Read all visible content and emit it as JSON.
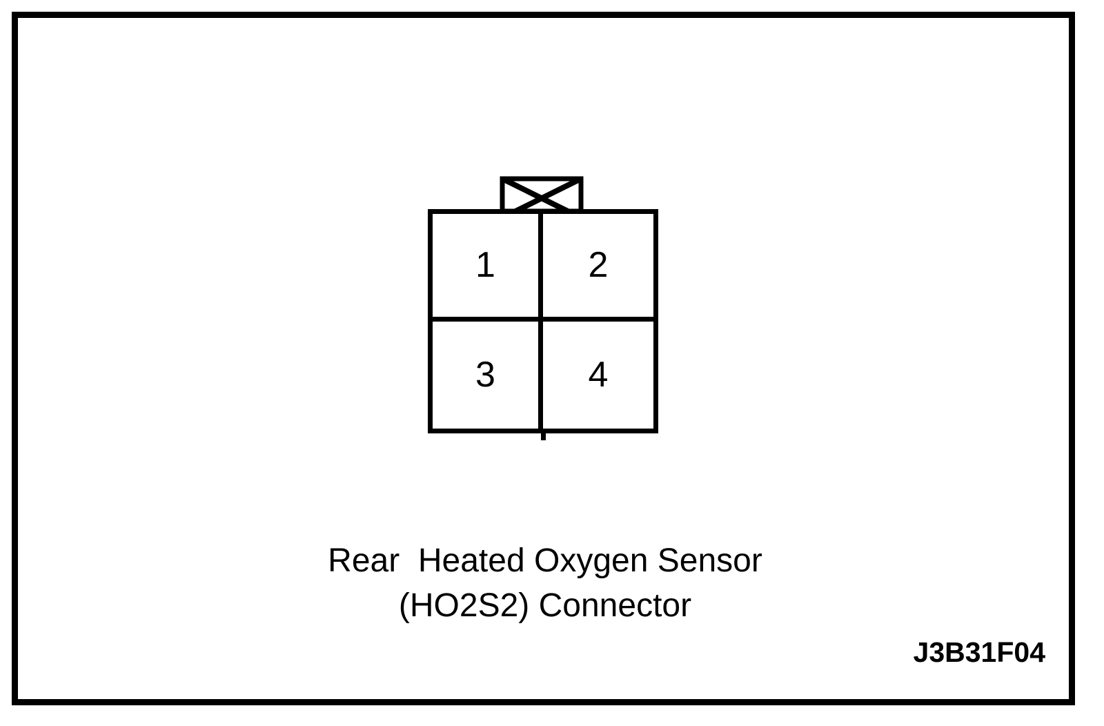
{
  "figure": {
    "caption_line1": "Rear  Heated Oxygen Sensor",
    "caption_line2": "(HO2S2) Connector",
    "figure_code": "J3B31F04"
  },
  "connector": {
    "latch_icon": "crossed-box-icon",
    "pins": [
      {
        "number": "1"
      },
      {
        "number": "2"
      },
      {
        "number": "3"
      },
      {
        "number": "4"
      }
    ]
  },
  "colors": {
    "line": "#000000",
    "background": "#ffffff"
  }
}
